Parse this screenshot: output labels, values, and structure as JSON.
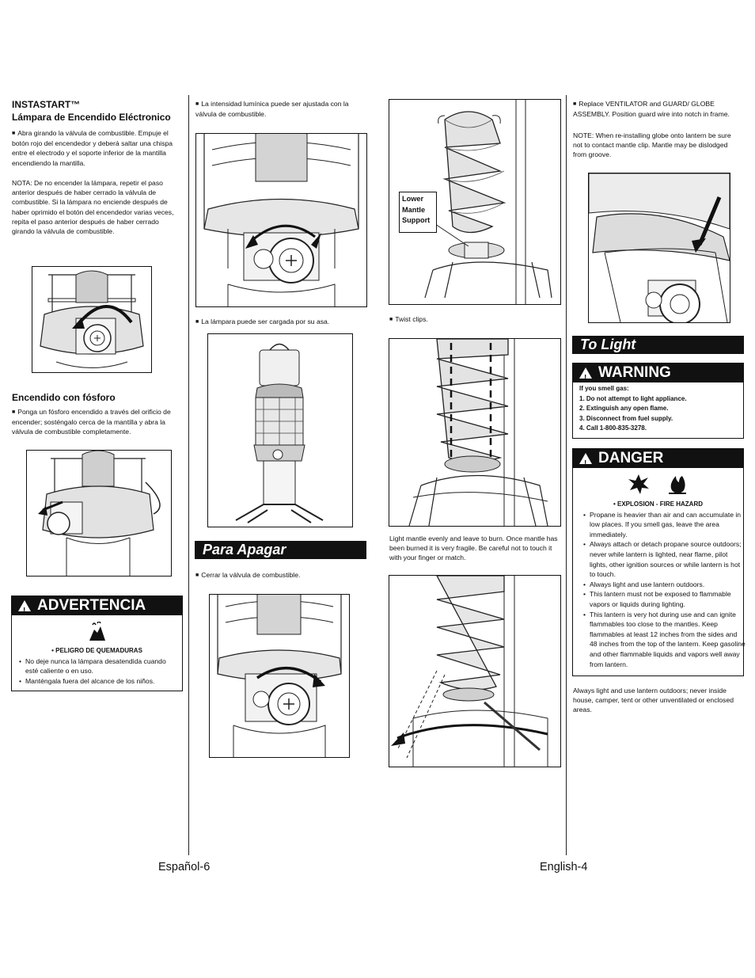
{
  "es_instastart": {
    "title": "INSTASTART™",
    "subtitle": "Lámpara de Encendido Eléctronico",
    "para": "Abra girando la válvula de combustible. Empuje el botón rojo del encendedor y deberá saltar una chispa entre el electrodo y el soporte inferior de la mantilla encendiendo la mantilla.",
    "note": "NOTA: De no encender la lámpara, repetir el paso anterior después de haber cerrado la válvula de combustible. Si la lámpara no enciende después de haber oprimido el botón del encendedor varias veces, repita el paso anterior después de haber cerrado girando la válvula de combustible."
  },
  "es_fosforo": {
    "title": "Encendido con fósforo",
    "para": "Ponga un fósforo encendido a través del orificio de encender; sosténgalo cerca de la mantilla y abra la válvula de combustible completamente."
  },
  "advertencia": {
    "title": "ADVERTENCIA",
    "hazard": "• PELIGRO DE QUEMADURAS",
    "items": [
      "No deje nunca la lámpara desatendida cuando esté caliente o en uso.",
      "Manténgala fuera del alcance de los niños."
    ]
  },
  "col2": {
    "para1": "La intensidad lumínica puede ser ajustada con la válvula de combustible.",
    "caption2": "La lámpara puede ser cargada por su asa.",
    "apagar_title": "Para Apagar",
    "apagar_text": "Cerrar la válvula de combustible."
  },
  "col3": {
    "label_lower": "Lower Mantle Support",
    "caption1": "Twist clips.",
    "caption2": "Light  mantle evenly and leave to burn. Once mantle has been burned it is very fragile. Be careful not to touch it with your finger or match."
  },
  "col4": {
    "para1": "Replace VENTILATOR and GUARD/ GLOBE ASSEMBLY. Position guard wire into notch in frame.",
    "note": "NOTE: When re-installing globe onto lantern be sure not to contact mantle clip. Mantle may be dislodged from groove.",
    "to_light": "To Light",
    "warning": {
      "title": "WARNING",
      "lines": [
        "If you smell gas:",
        "1. Do not attempt to light appliance.",
        "2. Extinguish any open flame.",
        "3. Disconnect from fuel supply.",
        "4. Call 1-800-835-3278."
      ]
    },
    "danger": {
      "title": "DANGER",
      "hazard": "• EXPLOSION - FIRE HAZARD",
      "items": [
        "Propane is heavier than air and can accumulate in low places. If you smell gas, leave the area immediately.",
        "Always attach or detach propane source outdoors; never while lantern is lighted, near flame, pilot lights, other ignition sources or while lantern is hot to touch.",
        "Always light and use lantern outdoors.",
        "This lantern must not be exposed to flammable vapors or liquids during lighting.",
        "This lantern is very hot during use and can ignite flammables too close to the mantles. Keep flammables at least 12 inches from the sides and 48 inches from the top of the lantern. Keep gasoline and other flammable liquids and vapors well away from lantern."
      ]
    },
    "outdoors": "Always light and use lantern outdoors; never inside house, camper, tent or other unventilated or enclosed areas."
  },
  "footer": {
    "left": "Español-6",
    "right": "English-4"
  }
}
